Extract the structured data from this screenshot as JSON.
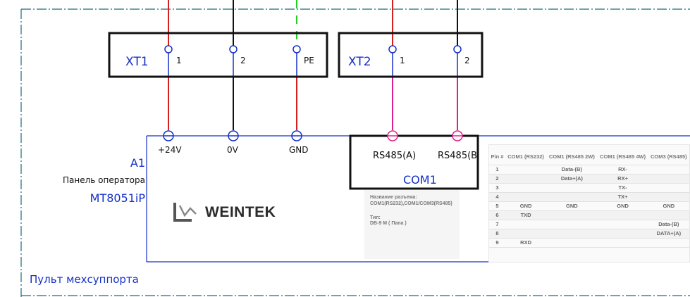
{
  "frame": {
    "title": "Пульт мехсуппорта"
  },
  "terminal_xt1": {
    "name": "XT1",
    "pins": [
      "1",
      "2",
      "PE"
    ]
  },
  "terminal_xt2": {
    "name": "XT2",
    "pins": [
      "1",
      "2"
    ]
  },
  "device": {
    "ref": "A1",
    "description": "Панель оператора",
    "model": "MT8051iP",
    "brand_logo": "WEINTEK",
    "power_pins": [
      "+24V",
      "0V",
      "GND"
    ]
  },
  "com_port": {
    "name": "COM1",
    "pins": [
      "RS485(A)",
      "RS485(B"
    ]
  },
  "connector_info": {
    "line1": "Название разъема:",
    "line2": "COM1(RS232),COM1/COM3(RS485)",
    "line3": "Тип:",
    "line4": "DB-9 M ( Папа )"
  },
  "pin_table": {
    "headers": [
      "Pin #",
      "COM1 (RS232)",
      "COM1 (RS485 2W)",
      "COM1 (RS485 4W)",
      "COM3 (RS485)"
    ],
    "rows": [
      [
        "1",
        "",
        "Data-(B)",
        "RX-",
        ""
      ],
      [
        "2",
        "",
        "Data+(A)",
        "RX+",
        ""
      ],
      [
        "3",
        "",
        "",
        "TX-",
        ""
      ],
      [
        "4",
        "",
        "",
        "TX+",
        ""
      ],
      [
        "5",
        "GND",
        "GND",
        "GND",
        "GND"
      ],
      [
        "6",
        "TXD",
        "",
        "",
        ""
      ],
      [
        "7",
        "",
        "",
        "",
        "Data-(B)"
      ],
      [
        "8",
        "",
        "",
        "",
        "DATA+(A)"
      ],
      [
        "9",
        "RXD",
        "",
        "",
        ""
      ]
    ]
  },
  "colors": {
    "frame_line": "#1a6e7a",
    "wire_red": "#d42020",
    "wire_black": "#111111",
    "wire_green": "#22cc22",
    "wire_magenta": "#e0208a",
    "symbol_blue": "#1530c8",
    "box_black": "#111111"
  }
}
